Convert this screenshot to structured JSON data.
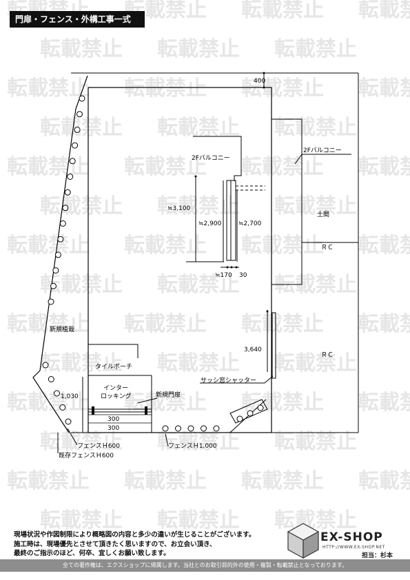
{
  "header": {
    "title": "門扉・フェンス・外構工事一式"
  },
  "watermark": {
    "text": "転載禁止",
    "color": "#e6e6e6"
  },
  "plan": {
    "dim_top": "400",
    "balcony_left": "2Fバルコニー",
    "balcony_right": "2Fバルコニー",
    "dim_3100": "≒3,100",
    "dim_2900": "≒2,900",
    "dim_2700": "≒2,700",
    "dim_170": "≒170",
    "dim_30": "30",
    "doma": "土間",
    "rc_top": "ＲＣ",
    "rc_bottom": "ＲＣ",
    "dim_3640": "3,640",
    "shutter": "サッシ窓シャッター",
    "planting": "新規植栽",
    "tile_porch": "タイルポーチ",
    "interlocking_1": "インター",
    "interlocking_2": "ロッキング",
    "dim_1030": "1,030",
    "new_gate": "新規門扉",
    "dim_300_a": "300",
    "dim_300_b": "300",
    "fence_h600": "フェンスＨ600",
    "existing_fence": "既存フェンスＨ600",
    "fence_h1000": "フェンスＨ1,000"
  },
  "notice": {
    "line1": "現場状況や作図制限により概略図の内容と多少の違いが生じることがございます。",
    "line2": "施工時は、現場優先とさせて頂きたく思いますので、お立会い頂き、",
    "line3": "最終のご指示のほど、何卒、宜しくお願い致します。"
  },
  "logo": {
    "name": "EX-SHOP",
    "url": "HTTP://WWW.EX-SHOP.NET",
    "person": "担当：杉本"
  },
  "footer": {
    "text": "全ての著作権は、エクスショップに帰属します。当社とのお取引目的外の使用・複製・転載禁止となっております。"
  }
}
